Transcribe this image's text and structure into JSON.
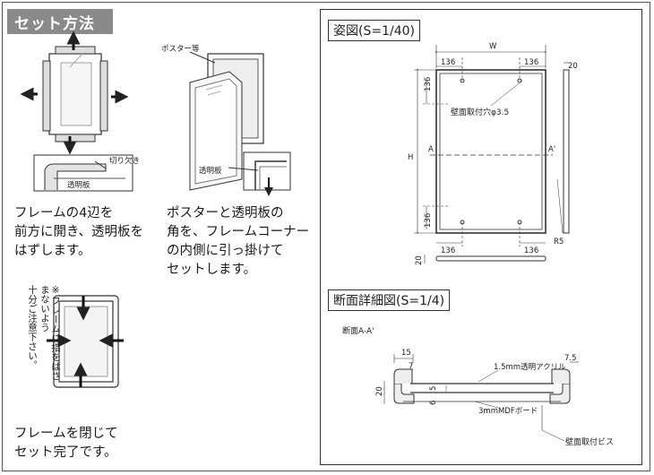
{
  "left": {
    "section_title": "セット方法",
    "step1_text": "フレームの4辺を\n前方に開き、透明板を\nはずします。",
    "step2_text": "ポスターと透明板の\n角を、フレームコーナー\nの内側に引っ掛けて\nセットします。",
    "step3_text": "フレームを閉じて\nセット完了です。",
    "caution_line1": "※フレームに指をはさまないよう",
    "caution_line2": "十分ご注意下さい。",
    "label_poster": "ポスター等",
    "label_notch": "切り欠き",
    "label_clear_plate_1": "透明板",
    "label_clear_plate_2": "透明板"
  },
  "right": {
    "figure_title": "姿図(S=1/40)",
    "dims": {
      "w": "W",
      "h": "H",
      "d136": "136",
      "d20": "20",
      "r5": "R5",
      "a": "A",
      "a_prime": "A'",
      "hole_label": "壁面取付穴φ3.5"
    },
    "section_title": "断面詳細図(S=1/4)",
    "section_ref": "断面A-A'",
    "section_dims": {
      "d15": "15",
      "d7": "7",
      "d7_5": "7.5",
      "d20": "20",
      "d5": "5",
      "d6": "6"
    },
    "section_labels": {
      "acrylic": "1.5mm透明アクリル",
      "mdf": "3mmMDFボード",
      "screw": "壁面取付ビス"
    }
  }
}
